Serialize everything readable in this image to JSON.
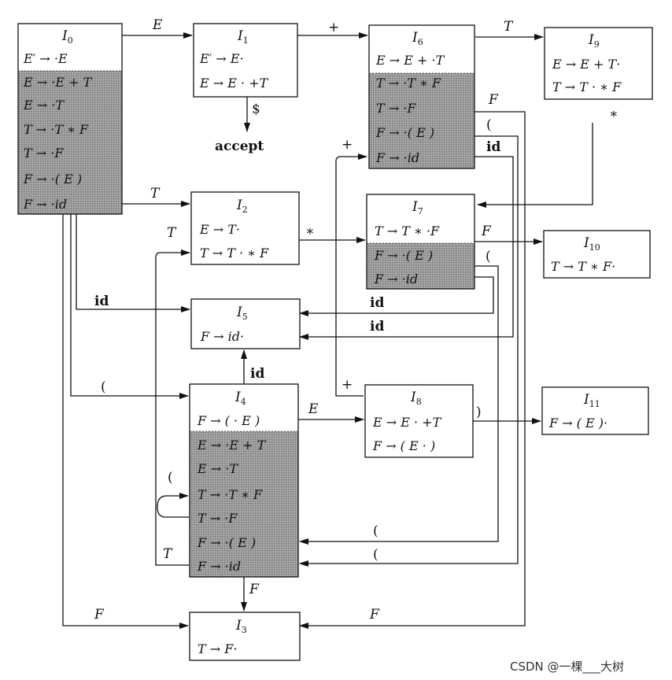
{
  "states": {
    "I0": {
      "name": "I",
      "sub": "0",
      "kernel": [
        "E′ → ·E"
      ],
      "closure": [
        "E → ·E + T",
        "E → ·T",
        "T → ·T ∗ F",
        "T → ·F",
        "F → ·( E )",
        "F → ·id"
      ]
    },
    "I1": {
      "name": "I",
      "sub": "1",
      "kernel": [
        "E′ → E·",
        "E → E · +T"
      ],
      "closure": []
    },
    "I2": {
      "name": "I",
      "sub": "2",
      "kernel": [
        "E → T·",
        "T → T · ∗ F"
      ],
      "closure": []
    },
    "I3": {
      "name": "I",
      "sub": "3",
      "kernel": [
        "T → F·"
      ],
      "closure": []
    },
    "I4": {
      "name": "I",
      "sub": "4",
      "kernel": [
        "F → ( · E )"
      ],
      "closure": [
        "E → ·E + T",
        "E → ·T",
        "T → ·T ∗ F",
        "T → ·F",
        "F → ·( E )",
        "F → ·id"
      ]
    },
    "I5": {
      "name": "I",
      "sub": "5",
      "kernel": [
        "F → id·"
      ],
      "closure": []
    },
    "I6": {
      "name": "I",
      "sub": "6",
      "kernel": [
        "E → E + ·T"
      ],
      "closure": [
        "T → ·T ∗ F",
        "T → ·F",
        "F → ·( E )",
        "F → ·id"
      ]
    },
    "I7": {
      "name": "I",
      "sub": "7",
      "kernel": [
        "T → T ∗ ·F"
      ],
      "closure": [
        "F → ·( E )",
        "F → ·id"
      ]
    },
    "I8": {
      "name": "I",
      "sub": "8",
      "kernel": [
        "E → E · +T",
        "F → ( E · )"
      ],
      "closure": []
    },
    "I9": {
      "name": "I",
      "sub": "9",
      "kernel": [
        "E → E + T·",
        "T → T · ∗ F"
      ],
      "closure": []
    },
    "I10": {
      "name": "I",
      "sub": "10",
      "kernel": [
        "T → T ∗ F·"
      ],
      "closure": []
    },
    "I11": {
      "name": "I",
      "sub": "11",
      "kernel": [
        "F → ( E )·"
      ],
      "closure": []
    }
  },
  "accept": {
    "symbol": "$",
    "label": "accept"
  },
  "edge_labels": {
    "i0_i1": "E",
    "i1_i6": "+",
    "i6_i9": "T",
    "i9_i7": "∗",
    "i0_i2": "T",
    "i2_i7": "∗",
    "i7_i10": "F",
    "i0_i5": "id",
    "i7_i5": "id",
    "i6_i5": "id",
    "i0_i4": "(",
    "i4_i5": "id",
    "i4_i8": "E",
    "i8_i11": ")",
    "i8_i6": "+",
    "i4_i2": "T",
    "i4_i4": "(",
    "i4_i3": "F",
    "i0_i3": "F",
    "i6_i3": "F",
    "i7_i4": "(",
    "i6_i4": "(",
    "i6_f": "F",
    "i6_paren": "(",
    "i6_id": "id",
    "i7_paren": "(",
    "i6_plus_in": "+"
  },
  "watermark": "CSDN @一棵___大树"
}
